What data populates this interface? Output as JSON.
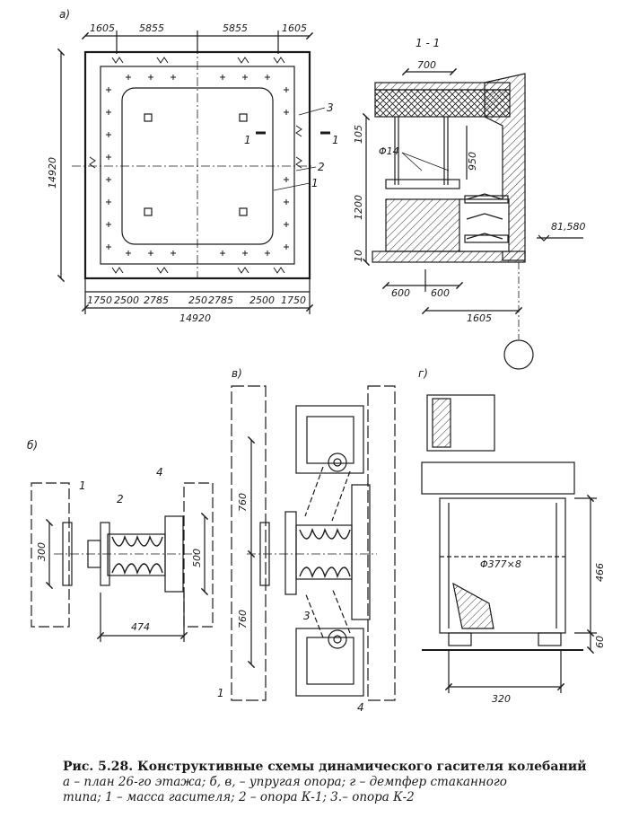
{
  "panels": {
    "a": "а)",
    "b": "б)",
    "v": "в)",
    "g": "г)",
    "section": "1 - 1"
  },
  "plan": {
    "top_dims": [
      "1605",
      "5855",
      "5855",
      "1605"
    ],
    "bottom_dims": [
      "1750",
      "2500",
      "2785",
      "250",
      "2785",
      "2500",
      "1750"
    ],
    "total_width": "14920",
    "total_height": "14920",
    "callouts": [
      "1",
      "2",
      "3"
    ],
    "cut_marks": [
      "1",
      "1"
    ]
  },
  "section": {
    "dims": [
      "700",
      "105",
      "950",
      "1200",
      "10",
      "600",
      "600",
      "1605"
    ],
    "rod": "Φ14",
    "level": "81,580"
  },
  "detail_b": {
    "callouts": [
      "1",
      "2",
      "4"
    ],
    "dims": [
      "300",
      "500",
      "474"
    ]
  },
  "detail_v": {
    "callouts": [
      "3",
      "1",
      "4"
    ],
    "dims": [
      "760",
      "760"
    ]
  },
  "detail_g": {
    "pipe": "Φ377×8",
    "dims": [
      "466",
      "60",
      "320"
    ]
  },
  "caption": {
    "title": "Рис. 5.28. Конструктивные схемы динамического гасителя колебаний",
    "line1": "а – план 26-го этажа; б, в, – упругая опора; г – демпфер стаканного",
    "line2": "типа; 1 – масса гасителя; 2 – опора К-1; 3.– опора К-2"
  }
}
